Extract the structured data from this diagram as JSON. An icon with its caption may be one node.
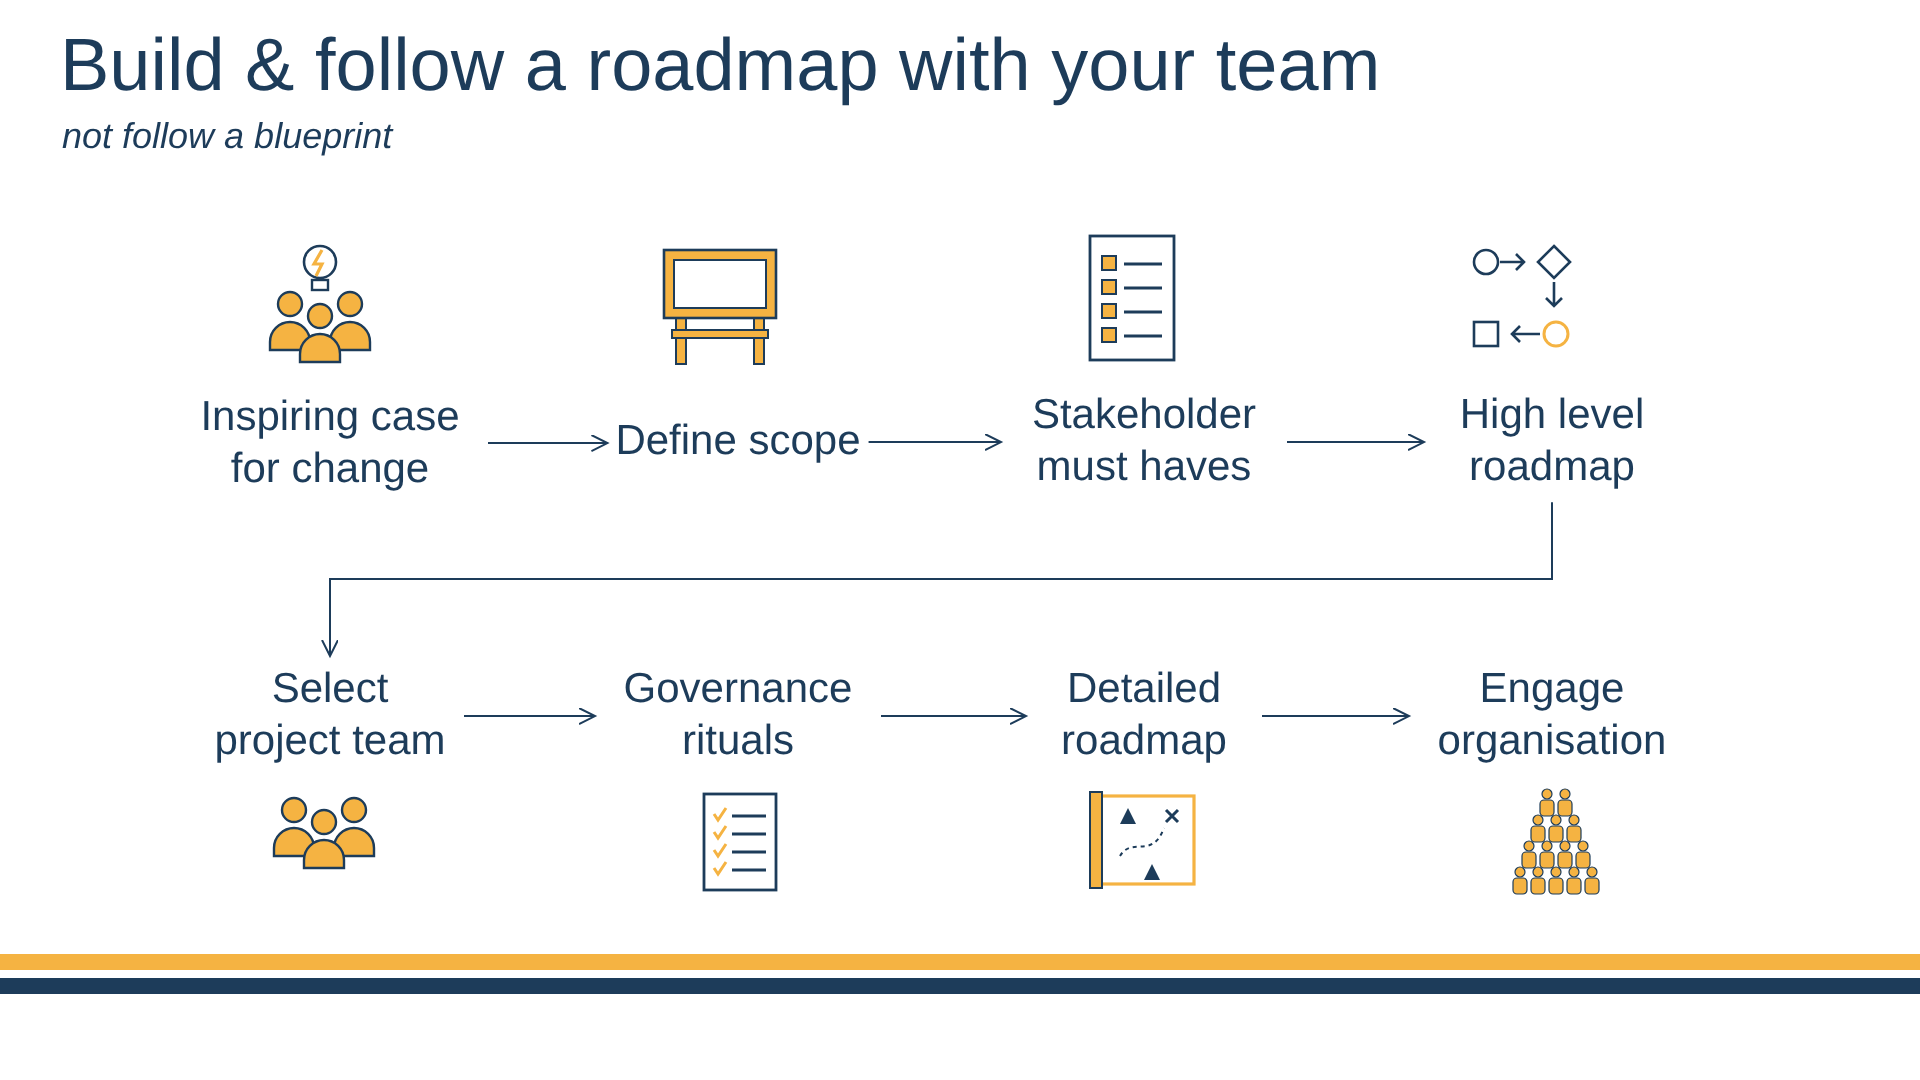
{
  "diagram": {
    "title": "Build & follow a roadmap with your team",
    "nodes": [
      {
        "text": [
          "Inspiring case for change"
        ]
      },
      {
        "text": [
          "Define scope"
        ]
      },
      {
        "text": [
          "Stakeholder must haves"
        ]
      },
      {
        "text": [
          "High level roadmap"
        ]
      },
      {
        "text": [
          "Select project team"
        ]
      },
      {
        "text": [
          "Governance rituals"
        ]
      },
      {
        "text": [
          "Detailed roadmap"
        ]
      },
      {
        "text": [
          "Engage organisation"
        ]
      }
    ],
    "edges": [
      {
        "from": 0,
        "to": 1,
        "arrow": "to"
      },
      {
        "from": 1,
        "to": 2,
        "arrow": "to"
      },
      {
        "from": 2,
        "to": 3,
        "arrow": "to"
      },
      {
        "from": 3,
        "to": 4,
        "arrow": "to"
      },
      {
        "from": 4,
        "to": 5,
        "arrow": "to"
      },
      {
        "from": 5,
        "to": 6,
        "arrow": "to"
      },
      {
        "from": 6,
        "to": 7,
        "arrow": "to"
      }
    ],
    "labels": [
      "not follow a blueprint"
    ]
  }
}
